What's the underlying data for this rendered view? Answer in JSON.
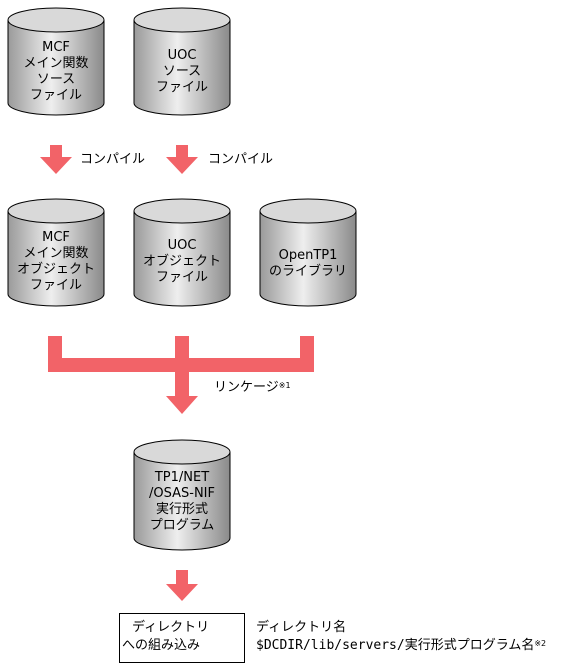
{
  "colors": {
    "arrow": "#f26368",
    "cylinder_light": "#eeeeee",
    "cylinder_dark": "#8a8a8a"
  },
  "source": {
    "mcf_main": [
      "MCF",
      "メイン関数",
      "ソース",
      "ファイル"
    ],
    "uoc": [
      "UOC",
      "ソース",
      "ファイル"
    ]
  },
  "compile_label": "コンパイル",
  "objects": {
    "mcf_main": [
      "MCF",
      "メイン関数",
      "オブジェクト",
      "ファイル"
    ],
    "uoc": [
      "UOC",
      "オブジェクト",
      "ファイル"
    ],
    "openTP1": [
      "OpenTP1",
      "のライブラリ"
    ]
  },
  "linkage": {
    "label": "リンケージ",
    "note": "※1"
  },
  "program": [
    "TP1/NET",
    "/OSAS-NIF",
    "実行形式",
    "プログラム"
  ],
  "install": {
    "box_lines": [
      "ディレクトリ",
      "への組み込み"
    ],
    "dir_label": "ディレクトリ名",
    "dir_path": "$DCDIR/lib/servers/実行形式プログラム名",
    "note": "※2"
  }
}
